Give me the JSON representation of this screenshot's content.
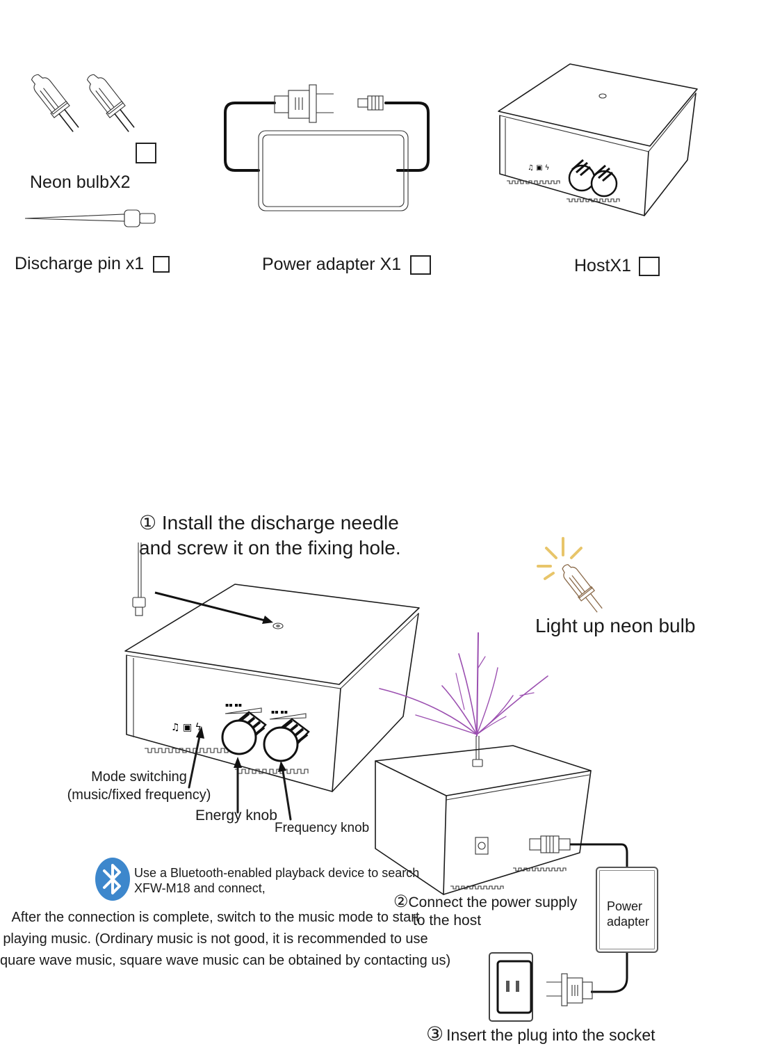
{
  "parts_list": {
    "neon_bulb": {
      "label": "Neon bulbX2",
      "checked": false
    },
    "discharge_pin": {
      "label": "Discharge pin x1",
      "checked": false
    },
    "power_adapter": {
      "label": "Power adapter X1",
      "checked": false
    },
    "host": {
      "label": "HostX1",
      "checked": false
    }
  },
  "steps": {
    "step1": {
      "number": "①",
      "line1": "Install the discharge needle",
      "line2": "and screw it on the fixing hole."
    },
    "step2": {
      "number": "②",
      "line1": "Connect the power supply",
      "line2": "to the host"
    },
    "step3": {
      "number": "③",
      "text": "Insert the plug into the socket"
    }
  },
  "callouts": {
    "neon_light": "Light up neon bulb",
    "mode_switching_line1": "Mode switching",
    "mode_switching_line2": "(music/fixed frequency)",
    "energy_knob": "Energy knob",
    "frequency_knob": "Frequency knob",
    "adapter_box_line1": "Power",
    "adapter_box_line2": "adapter"
  },
  "bluetooth": {
    "icon": "bluetooth-icon",
    "line1": "Use a Bluetooth-enabled playback device to search",
    "line2": "XFW-M18 and connect,",
    "note_line1": "After the connection is complete, switch to the music mode to start",
    "note_line2": "playing music. (Ordinary music is not good, it is recommended to use",
    "note_line3": "square wave music, square wave music can be obtained by contacting us)"
  },
  "colors": {
    "bluetooth_blue": "#3d87cc",
    "arc_purple": "#9b4fb0",
    "glow_yellow": "#e8c56a",
    "bulb_brown": "#8a6a4a"
  }
}
